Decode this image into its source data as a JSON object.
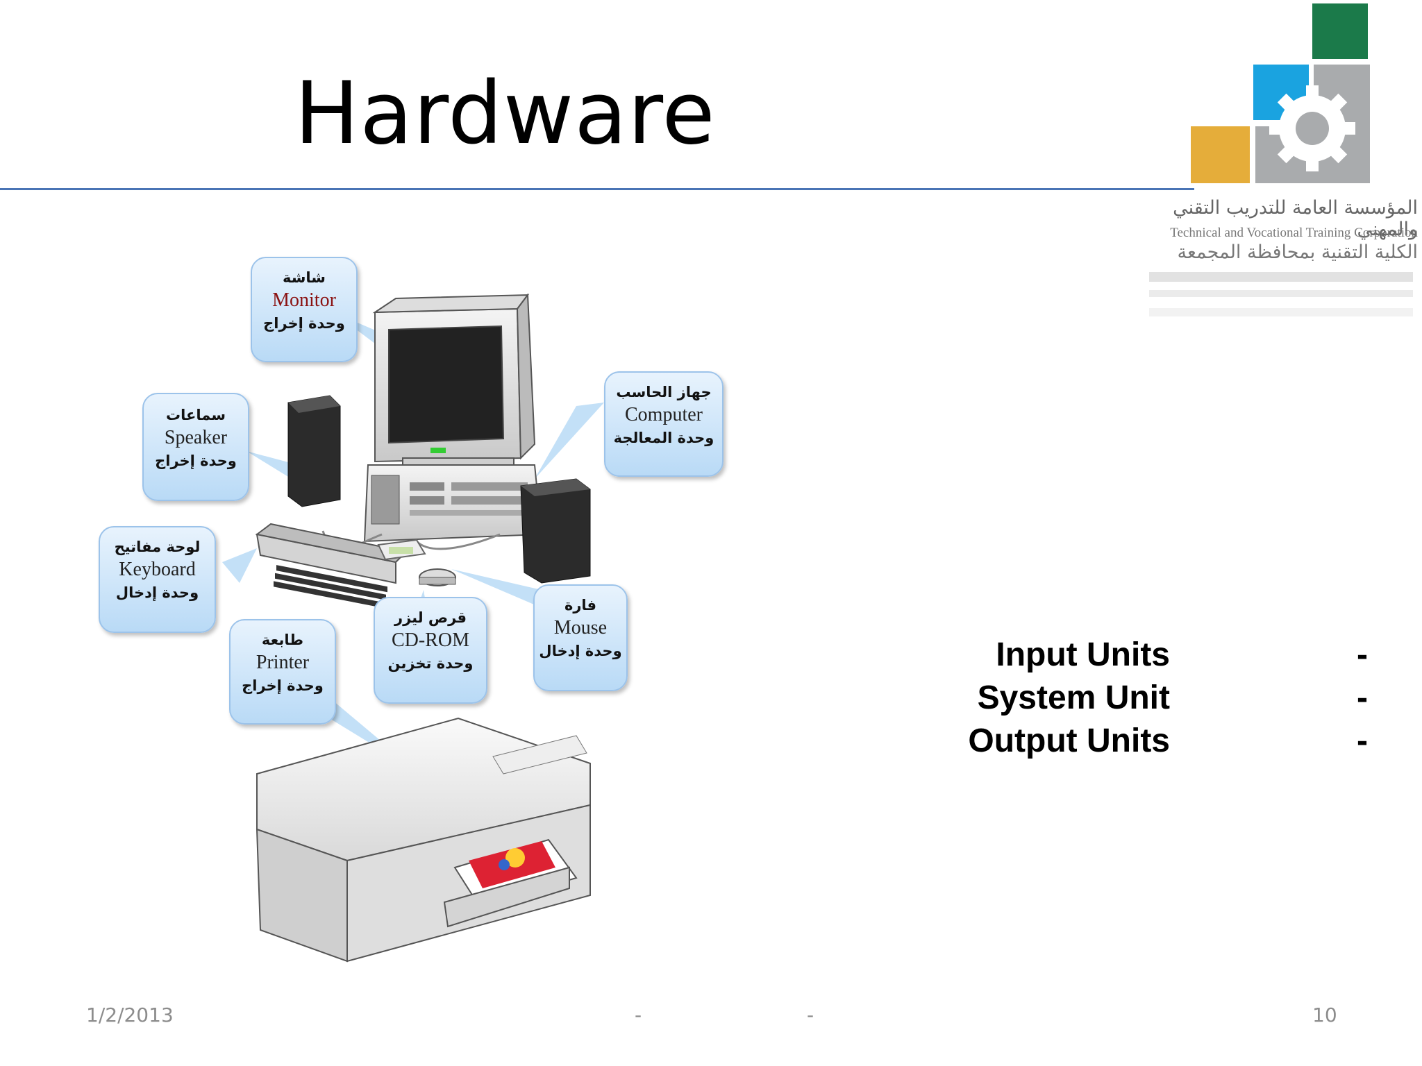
{
  "slide": {
    "title": "Hardware",
    "units": [
      {
        "label": "Input Units",
        "bullet": "-"
      },
      {
        "label": "System Unit",
        "bullet": "-"
      },
      {
        "label": "Output Units",
        "bullet": "-"
      }
    ]
  },
  "logo": {
    "name_ar": "المؤسسة العامة للتدريب التقني والمهني",
    "name_en": "Technical and Vocational Training Corporation",
    "college_ar": "الكلية التقنية بمحافظة المجمعة",
    "colors": {
      "green": "#1b7a4a",
      "blue": "#1aa3e0",
      "orange": "#e5ad3a",
      "gray": "#a9abad"
    }
  },
  "diagram": {
    "callouts": {
      "monitor": {
        "ar": "شاشة",
        "en": "Monitor",
        "role": "وحدة إخراج"
      },
      "computer": {
        "ar": "جهاز الحاسب",
        "en": "Computer",
        "role": "وحدة المعالجة"
      },
      "speaker": {
        "ar": "سماعات",
        "en": "Speaker",
        "role": "وحدة إخراج"
      },
      "keyboard": {
        "ar": "لوحة مفاتيح",
        "en": "Keyboard",
        "role": "وحدة إدخال"
      },
      "printer": {
        "ar": "طابعة",
        "en": "Printer",
        "role": "وحدة إخراج"
      },
      "cdrom": {
        "ar": "قرص ليزر",
        "en": "CD-ROM",
        "role": "وحدة تخزين"
      },
      "mouse": {
        "ar": "فارة",
        "en": "Mouse",
        "role": "وحدة إدخال"
      }
    }
  },
  "footer": {
    "date": "1/2/2013",
    "left_dash": "-",
    "right_dash": "-",
    "page_number": "10"
  }
}
